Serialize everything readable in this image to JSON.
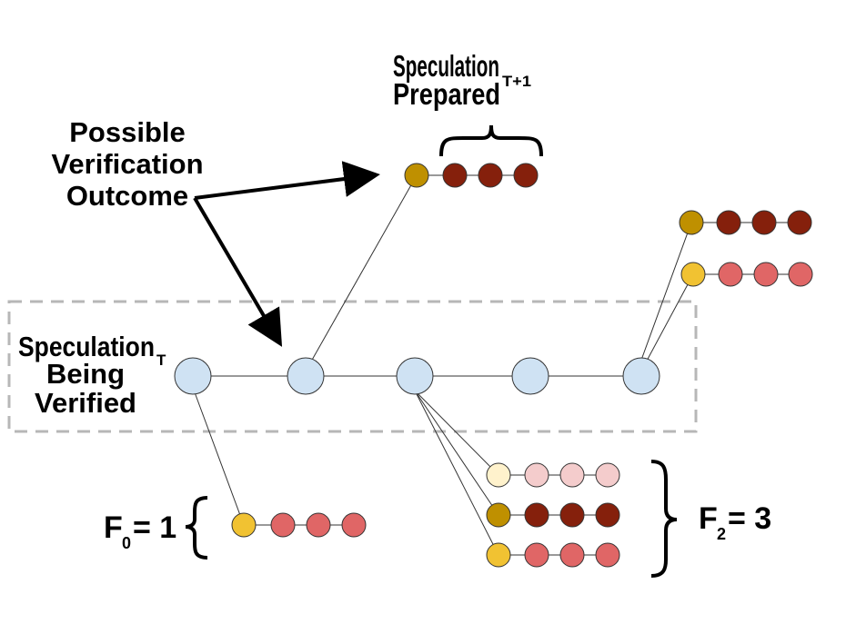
{
  "labels": {
    "speculation_t1_main": "Speculation",
    "speculation_t1_sub": "T+1",
    "prepared": "Prepared",
    "possible": "Possible",
    "verification": "Verification",
    "outcome": "Outcome",
    "speculation_t_main": "Speculation",
    "speculation_t_sub": "T",
    "being": "Being",
    "verified": "Verified",
    "f0_main": "F",
    "f0_sub": "0",
    "f0_rest": "= 1",
    "f2_main": "F",
    "f2_sub": "2",
    "f2_rest": "= 3"
  },
  "colors": {
    "root_node": "#cfe2f3",
    "gold": "#bf9000",
    "yellow": "#f1c232",
    "pale_yellow": "#fff2cc",
    "dark_red": "#85200c",
    "red": "#e06666",
    "pink": "#f4cccc",
    "dashed_box": "#b7b7b7"
  }
}
